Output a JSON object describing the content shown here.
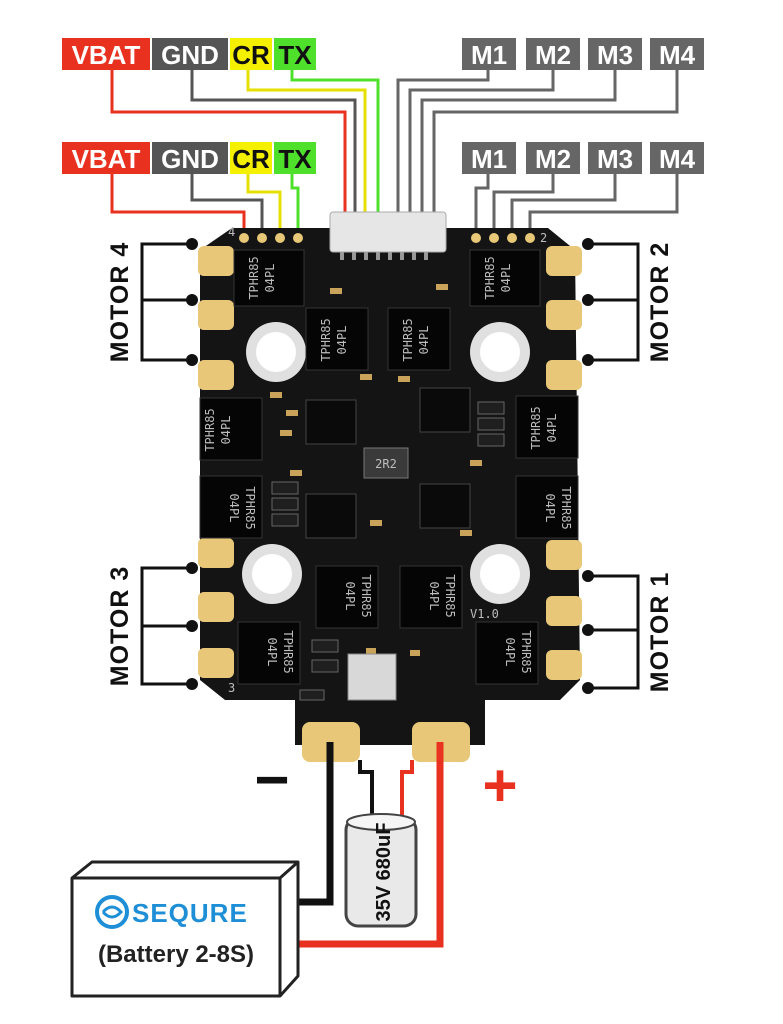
{
  "colors": {
    "vbat": "#e8321f",
    "gnd": "#555555",
    "cr": "#f4f000",
    "tx": "#4fe02c",
    "motor_label": "#666666",
    "board": "#141414",
    "pad": "#e8c878",
    "wire_black": "#111111",
    "wire_red": "#e8321f",
    "logo": "#1e8fd6"
  },
  "top_connector_labels": {
    "vbat": "VBAT",
    "gnd": "GND",
    "cr": "CR",
    "tx": "TX",
    "m1": "M1",
    "m2": "M2",
    "m3": "M3",
    "m4": "M4"
  },
  "pad_labels": {
    "vbat": "VBAT",
    "gnd": "GND",
    "cr": "CR",
    "tx": "TX",
    "m1": "M1",
    "m2": "M2",
    "m3": "M3",
    "m4": "M4"
  },
  "motors": {
    "motor4": "MOTOR 4",
    "motor2": "MOTOR 2",
    "motor3": "MOTOR 3",
    "motor1": "MOTOR 1"
  },
  "board": {
    "chip_line1": "TPHR85",
    "chip_line2": "04PL",
    "inductor": "2R2",
    "version": "V1.0",
    "corner_4": "4",
    "corner_2": "2",
    "corner_3": "3"
  },
  "polarity": {
    "negative": "−",
    "positive": "+"
  },
  "capacitor": {
    "label": "35V 680uF"
  },
  "battery": {
    "brand": "SEQURE",
    "label": "(Battery 2-8S)"
  }
}
